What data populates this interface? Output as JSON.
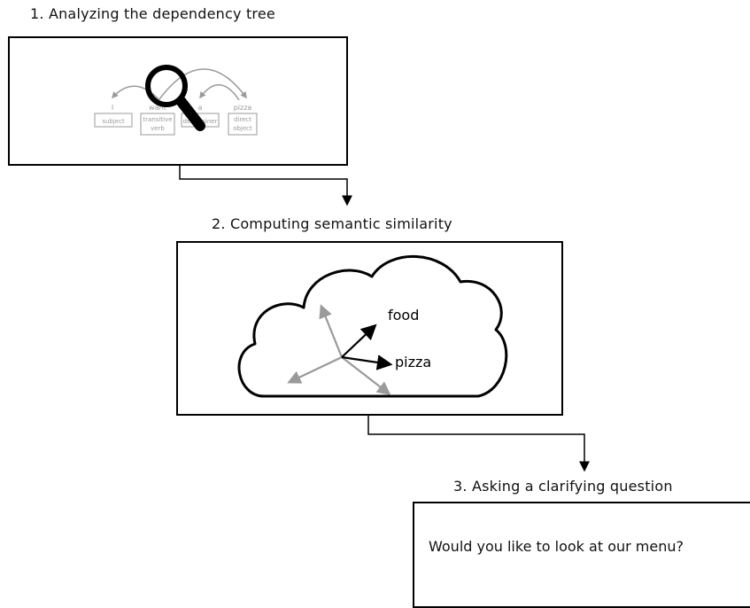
{
  "steps": [
    {
      "label": "1. Analyzing the dependency tree"
    },
    {
      "label": "2. Computing semantic similarity"
    },
    {
      "label": "3. Asking a clarifying question"
    }
  ],
  "dependency_tree": {
    "words": [
      "I",
      "want",
      "a",
      "pizza"
    ],
    "roles": [
      {
        "line1": "subject",
        "line2": ""
      },
      {
        "line1": "transitive",
        "line2": "verb"
      },
      {
        "line1": "determiner",
        "line2": ""
      },
      {
        "line1": "direct",
        "line2": "object"
      }
    ],
    "icon": "magnifying-glass-icon"
  },
  "semantic_space": {
    "vectors": [
      {
        "label": "food"
      },
      {
        "label": "pizza"
      }
    ],
    "icon": "cloud-icon"
  },
  "question": {
    "text": "Would you like to look at our menu?"
  },
  "colors": {
    "stroke": "#000000",
    "muted": "#9a9a9a"
  }
}
